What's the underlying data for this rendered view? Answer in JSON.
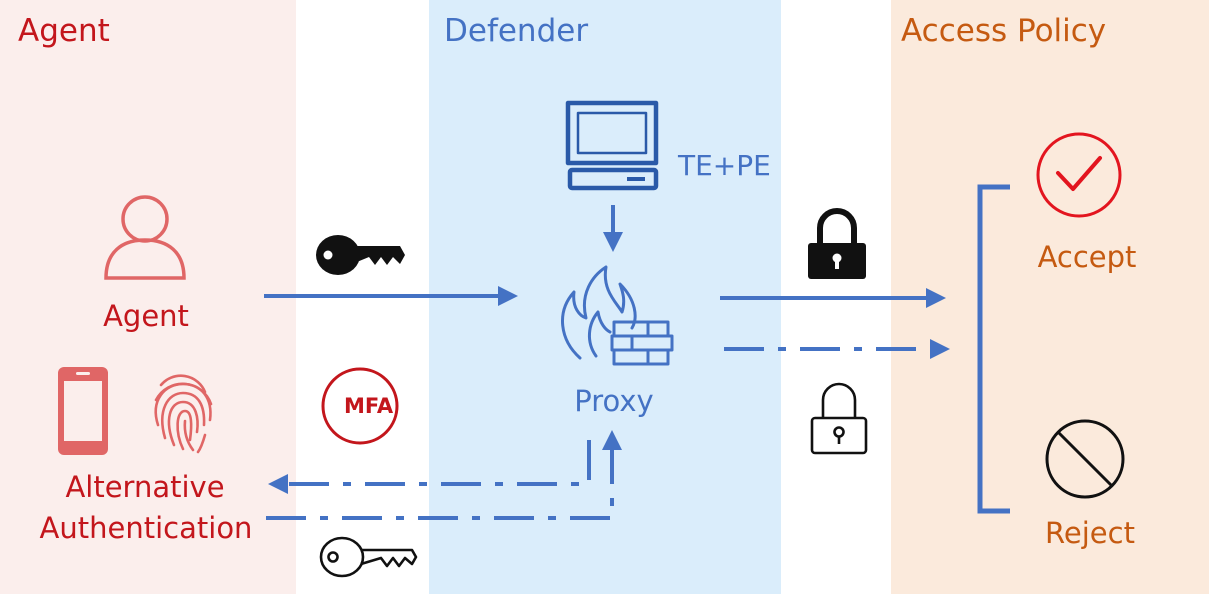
{
  "colors": {
    "agent": "#c3161c",
    "defender": "#4472c4",
    "policy": "#c55a11",
    "flow": "#4472c4",
    "icon_red": "#e06666",
    "agent_bg": "#fbeeec",
    "defender_bg": "#daedfb",
    "policy_bg": "#fbeadc"
  },
  "panels": {
    "agent": {
      "title": "Agent"
    },
    "defender": {
      "title": "Defender"
    },
    "policy": {
      "title": "Access Policy"
    }
  },
  "nodes": {
    "agent": {
      "label": "Agent",
      "icon": "user-icon"
    },
    "alt_auth": {
      "label_line1": "Alternative",
      "label_line2": "Authentication",
      "icons": [
        "smartphone-icon",
        "fingerprint-icon"
      ]
    },
    "te_pe": {
      "label": "TE+PE",
      "icon": "computer-icon"
    },
    "proxy": {
      "label": "Proxy",
      "icon": "firewall-icon"
    },
    "mfa": {
      "label": "MFA",
      "icon": "mfa-badge-icon"
    },
    "accept": {
      "label": "Accept",
      "icon": "checkmark-circle-icon"
    },
    "reject": {
      "label": "Reject",
      "icon": "prohibited-icon"
    }
  },
  "icons": [
    "key-solid-icon",
    "key-outline-icon",
    "lock-closed-icon",
    "lock-open-icon",
    "bracket-icon"
  ]
}
